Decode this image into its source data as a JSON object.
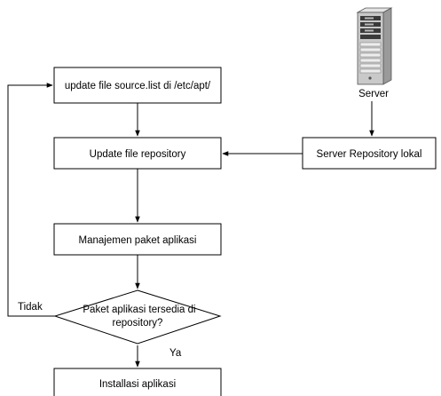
{
  "flowchart": {
    "step_update_sources": "update file source.list di /etc/apt/",
    "step_update_repository": "Update file repository",
    "step_package_management": "Manajemen paket aplikasi",
    "decision_line1": "Paket aplikasi tersedia di",
    "decision_line2": "repository?",
    "step_install": "Installasi aplikasi",
    "server_repository": "Server Repository lokal",
    "server_label": "Server",
    "yes_label": "Ya",
    "no_label": "Tidak"
  },
  "icons": {
    "server": "server-tower-icon"
  },
  "colors": {
    "stroke": "#000000",
    "fill": "#ffffff",
    "server_body": "#c9c9c9"
  }
}
